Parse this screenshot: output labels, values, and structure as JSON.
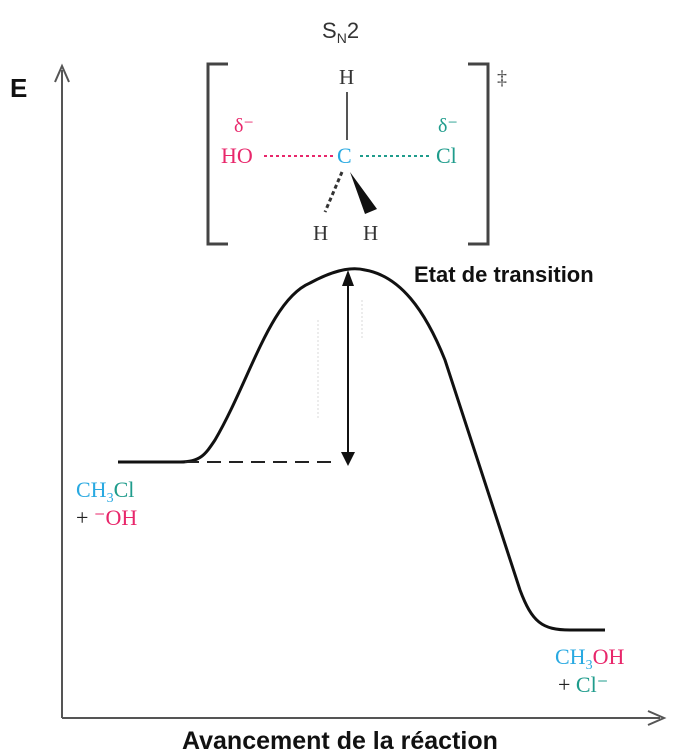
{
  "title": {
    "main": "S",
    "sub": "N",
    "tail": "2"
  },
  "axes": {
    "y_label": "E",
    "x_label": "Avancement de la réaction"
  },
  "transition_state": {
    "label": "Etat de transition",
    "dagger": "‡",
    "top_h": "H",
    "bottom_h_left": "H",
    "bottom_h_right": "H",
    "center": "C",
    "nucleophile": "HO",
    "leaving_group": "Cl",
    "delta_left": "δ⁻",
    "delta_right": "δ⁻"
  },
  "reactants": {
    "line1_a": "CH",
    "line1_sub": "3",
    "line1_b": "Cl",
    "line2_plus": "+ ",
    "line2_charge": "⁻",
    "line2_b": "OH"
  },
  "products": {
    "line1_a": "CH",
    "line1_sub": "3",
    "line1_b": "OH",
    "line2_plus": "+ ",
    "line2_b": "Cl",
    "line2_charge": "⁻"
  },
  "colors": {
    "cyan": "#29a9e1",
    "magenta": "#e8276b",
    "teal": "#1f9c8c",
    "black": "#111111",
    "gray": "#444444"
  }
}
